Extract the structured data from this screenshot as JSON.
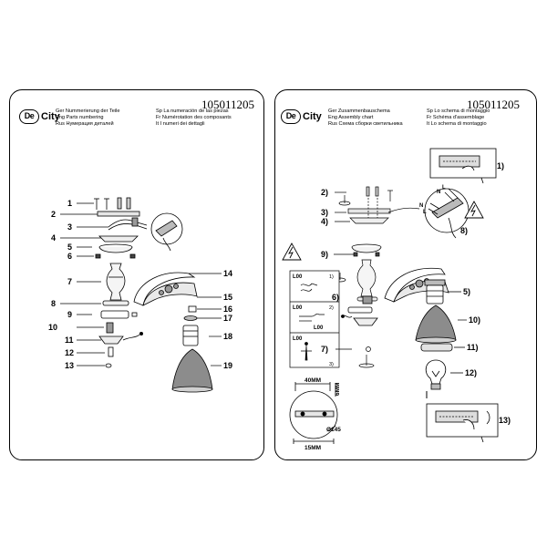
{
  "brand": {
    "mark": "De",
    "name": "City"
  },
  "left": {
    "code": "105011205",
    "lang_col1": [
      "Ger Nummerierung der Teile",
      "Eng Parts numbering",
      "Rus Нумерация деталей"
    ],
    "lang_col2": [
      "Sp La numeración de las piezas",
      "Fr Numérotation des composants",
      "It I numeri dei dettagli"
    ],
    "labels_left": [
      "1",
      "2",
      "3",
      "4",
      "5",
      "6",
      "7",
      "8",
      "9",
      "10",
      "11",
      "12",
      "13"
    ],
    "labels_right": [
      "14",
      "15",
      "16",
      "17",
      "18",
      "19"
    ]
  },
  "right": {
    "code": "105011205",
    "lang_col1": [
      "Ger Zusammenbauschema",
      "Eng Assembly chart",
      "Rus Схема сборки светильника"
    ],
    "lang_col2": [
      "Sp Lo schema di montaggio",
      "Fr Schéma d'assemblage",
      "It Lo schema di montaggio"
    ],
    "steps": [
      "1)",
      "2)",
      "3)",
      "4)",
      "5)",
      "6)",
      "7)",
      "8)",
      "9)",
      "10)",
      "11)",
      "12)",
      "13)"
    ],
    "wiring": {
      "tag": "L00",
      "subs": [
        "1)",
        "2)",
        "3)"
      ],
      "letters": [
        "N",
        "L",
        "N",
        "L"
      ]
    },
    "dims": {
      "width": "40MM",
      "height": "6MM",
      "diameter": "Ø145",
      "offset": "15MM"
    }
  }
}
